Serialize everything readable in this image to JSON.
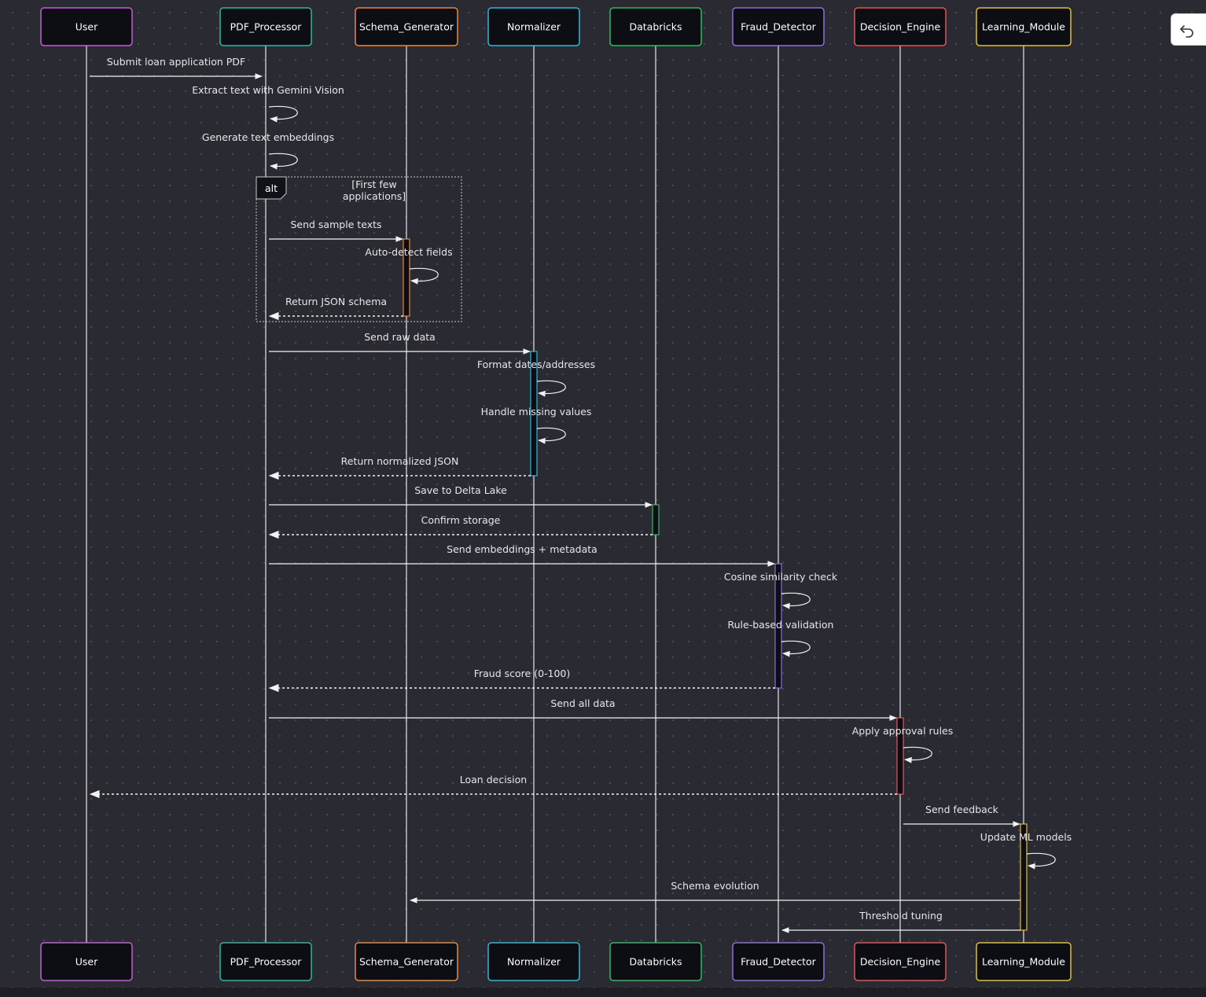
{
  "participants": [
    {
      "id": "user",
      "label": "User",
      "color": "#c45cd6"
    },
    {
      "id": "pdf",
      "label": "PDF_Processor",
      "color": "#2fb5a0"
    },
    {
      "id": "schema",
      "label": "Schema_Generator",
      "color": "#e68a3a"
    },
    {
      "id": "norm",
      "label": "Normalizer",
      "color": "#2fb8d6"
    },
    {
      "id": "db",
      "label": "Databricks",
      "color": "#33b866"
    },
    {
      "id": "fraud",
      "label": "Fraud_Detector",
      "color": "#8f6fd6"
    },
    {
      "id": "dec",
      "label": "Decision_Engine",
      "color": "#e0555a"
    },
    {
      "id": "learn",
      "label": "Learning_Module",
      "color": "#e0c030"
    }
  ],
  "alt_frame": {
    "tag": "alt",
    "condition_line1": "[First few",
    "condition_line2": "applications]"
  },
  "messages": [
    {
      "from": "user",
      "to": "pdf",
      "label": "Submit loan application PDF",
      "style": "solid"
    },
    {
      "from": "pdf",
      "to": "pdf",
      "label": "Extract text with Gemini Vision",
      "style": "solid"
    },
    {
      "from": "pdf",
      "to": "pdf",
      "label": "Generate text embeddings",
      "style": "solid"
    },
    {
      "from": "pdf",
      "to": "schema",
      "label": "Send sample texts",
      "style": "solid"
    },
    {
      "from": "schema",
      "to": "schema",
      "label": "Auto-detect fields",
      "style": "solid"
    },
    {
      "from": "schema",
      "to": "pdf",
      "label": "Return JSON schema",
      "style": "dashed"
    },
    {
      "from": "pdf",
      "to": "norm",
      "label": "Send raw data",
      "style": "solid"
    },
    {
      "from": "norm",
      "to": "norm",
      "label": "Format dates/addresses",
      "style": "solid"
    },
    {
      "from": "norm",
      "to": "norm",
      "label": "Handle missing values",
      "style": "solid"
    },
    {
      "from": "norm",
      "to": "pdf",
      "label": "Return normalized JSON",
      "style": "dashed"
    },
    {
      "from": "pdf",
      "to": "db",
      "label": "Save to Delta Lake",
      "style": "solid"
    },
    {
      "from": "db",
      "to": "pdf",
      "label": "Confirm storage",
      "style": "dashed"
    },
    {
      "from": "pdf",
      "to": "fraud",
      "label": "Send embeddings + metadata",
      "style": "solid"
    },
    {
      "from": "fraud",
      "to": "fraud",
      "label": "Cosine similarity check",
      "style": "solid"
    },
    {
      "from": "fraud",
      "to": "fraud",
      "label": "Rule-based validation",
      "style": "solid"
    },
    {
      "from": "fraud",
      "to": "pdf",
      "label": "Fraud score (0-100)",
      "style": "dashed"
    },
    {
      "from": "pdf",
      "to": "dec",
      "label": "Send all data",
      "style": "solid"
    },
    {
      "from": "dec",
      "to": "dec",
      "label": "Apply approval rules",
      "style": "solid"
    },
    {
      "from": "dec",
      "to": "user",
      "label": "Loan decision",
      "style": "dashed"
    },
    {
      "from": "dec",
      "to": "learn",
      "label": "Send feedback",
      "style": "solid"
    },
    {
      "from": "learn",
      "to": "learn",
      "label": "Update ML models",
      "style": "solid"
    },
    {
      "from": "learn",
      "to": "schema",
      "label": "Schema evolution",
      "style": "solid"
    },
    {
      "from": "learn",
      "to": "fraud",
      "label": "Threshold tuning",
      "style": "solid"
    }
  ],
  "toolbar": {
    "undo_icon": "undo-icon"
  }
}
